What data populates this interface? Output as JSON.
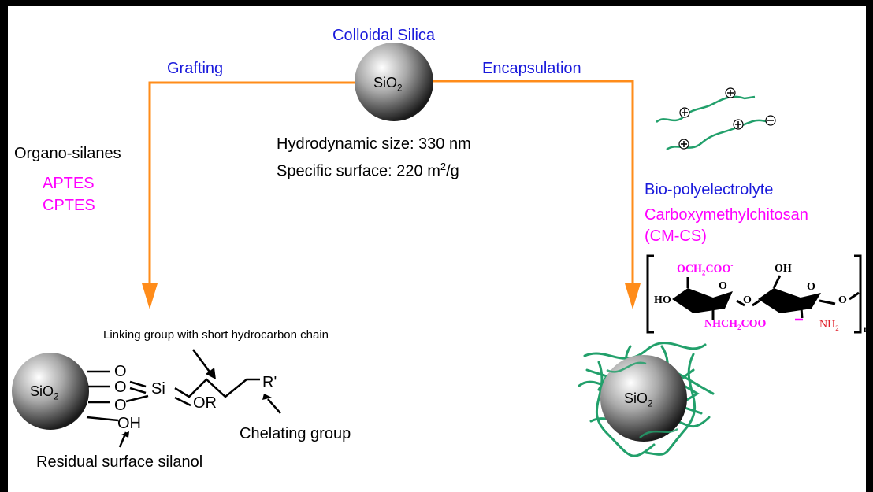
{
  "colors": {
    "arrow": "#ff8c1a",
    "blue": "#1a1adb",
    "magenta": "#ff00ff",
    "polymer": "#22a06b",
    "red": "#e0202a"
  },
  "center": {
    "title": "Colloidal Silica",
    "sphere_label": "SiO",
    "sphere_sub": "2",
    "size_line": "Hydrodynamic size: 330 nm",
    "surface_prefix": "Specific surface:  220 m",
    "surface_sup": "2",
    "surface_suffix": "/g"
  },
  "left": {
    "branch": "Grafting",
    "reagent_class": "Organo-silanes",
    "reagents": [
      "APTES",
      "CPTES"
    ],
    "linker_note": "Linking group  with short hydrocarbon chain",
    "atoms": {
      "o1": "O",
      "o2": "O",
      "o3": "O",
      "oh": "OH",
      "si": "Si",
      "or": "OR",
      "r": "R'"
    },
    "chelating": "Chelating group",
    "silanol": "Residual surface silanol"
  },
  "right": {
    "branch": "Encapsulation",
    "class": "Bio-polyelectrolyte",
    "name": "Carboxymethylchitosan",
    "abbr": "(CM-CS)",
    "chem": {
      "ho": "HO",
      "o_left": "O",
      "o_mid": "O",
      "o_ring1": "O",
      "o_ring2": "O",
      "oh": "OH",
      "r1_main": "OCH",
      "r1_s1": "2",
      "r1_main2": "COO",
      "r1_sup": "-",
      "r2_main": "NHCH",
      "r2_s1": "2",
      "r2_main2": "COO",
      "r2_sup": "-",
      "nh2_main": "NH",
      "nh2_sub": "2",
      "n": "n"
    }
  }
}
